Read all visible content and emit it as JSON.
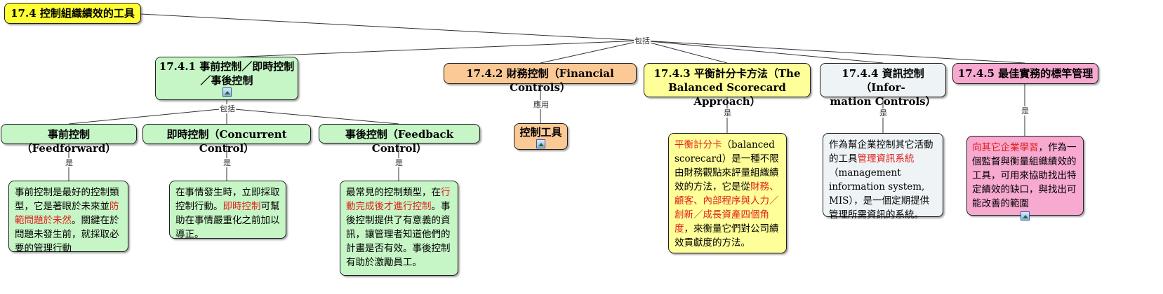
{
  "root": {
    "title": "17.4 控制組織績效的工具"
  },
  "root_link_label": "包括",
  "sec1": {
    "title_line1": "17.4.1 事前控制／即時控制",
    "title_line2": "／事後控制",
    "icon": "image-icon",
    "link_label": "包括",
    "children": [
      {
        "title": "事前控制（Feedforward）",
        "link_label": "是",
        "desc": [
          {
            "t": "事前控制是最好的控制類型，它是著眼於未來並"
          },
          {
            "t": "防範問題於未然",
            "red": true
          },
          {
            "t": "。關鍵在於問題未發生前，就採取必要的管理行動"
          }
        ]
      },
      {
        "title": "即時控制（Concurrent Control）",
        "link_label": "是",
        "desc": [
          {
            "t": "在事情發生時，立即採取控制行動。"
          },
          {
            "t": "即時控制",
            "red": true
          },
          {
            "t": "可幫助在事情嚴重化之前加以導正。"
          }
        ]
      },
      {
        "title": "事後控制（Feedback Control）",
        "link_label": "是",
        "desc": [
          {
            "t": "最常見的控制類型，在"
          },
          {
            "t": "行動完成後才進行控制",
            "red": true
          },
          {
            "t": "。事後控制提供了有意義的資訊，讓管理者知道他們的計畫是否有效。事後控制有助於激勵員工。"
          }
        ]
      }
    ]
  },
  "sec2": {
    "title": "17.4.2 財務控制（Financial Controls）",
    "link_label": "應用",
    "child": {
      "title": "控制工具",
      "icon": "image-icon"
    }
  },
  "sec3": {
    "title_line1": "17.4.3 平衡計分卡方法（The",
    "title_line2": "Balanced Scorecard Approach）",
    "link_label": "是",
    "desc": [
      {
        "t": "平衡計分卡",
        "red": true
      },
      {
        "t": "（balanced scorecard）是一種不限由財務觀點來評量組織績效的方法，它是從"
      },
      {
        "t": "財務、顧客、內部程序與人力／創新／成長資產四個角度",
        "red": true
      },
      {
        "t": "，來衡量它們對公司績效貢獻度的方法。"
      }
    ]
  },
  "sec4": {
    "title_line1": "17.4.4 資訊控制（Infor-",
    "title_line2": "mation Controls）",
    "link_label": "是",
    "desc": [
      {
        "t": "作為幫企業控制其它活動的工具"
      },
      {
        "t": "管理資訊系統",
        "red": true
      },
      {
        "t": "（management information system, MIS），是一個定期提供管理所需資訊的系統。"
      }
    ]
  },
  "sec5": {
    "title": "17.4.5 最佳實務的標竿管理",
    "link_label": "是",
    "desc": [
      {
        "t": "向其它企業學習",
        "red": true
      },
      {
        "t": "，作為一個監督與衡量組織績效的工具，可用來協助找出特定績效的缺口，與找出可能改善的範圍"
      }
    ],
    "icon": "image-icon"
  },
  "colors": {
    "root": "#ffff33",
    "green": "#c6f5c6",
    "orange": "#fbc996",
    "yellow": "#ffff99",
    "grey": "#eef3f6",
    "pink": "#f7a9d0",
    "highlight_text": "#e0201a"
  }
}
